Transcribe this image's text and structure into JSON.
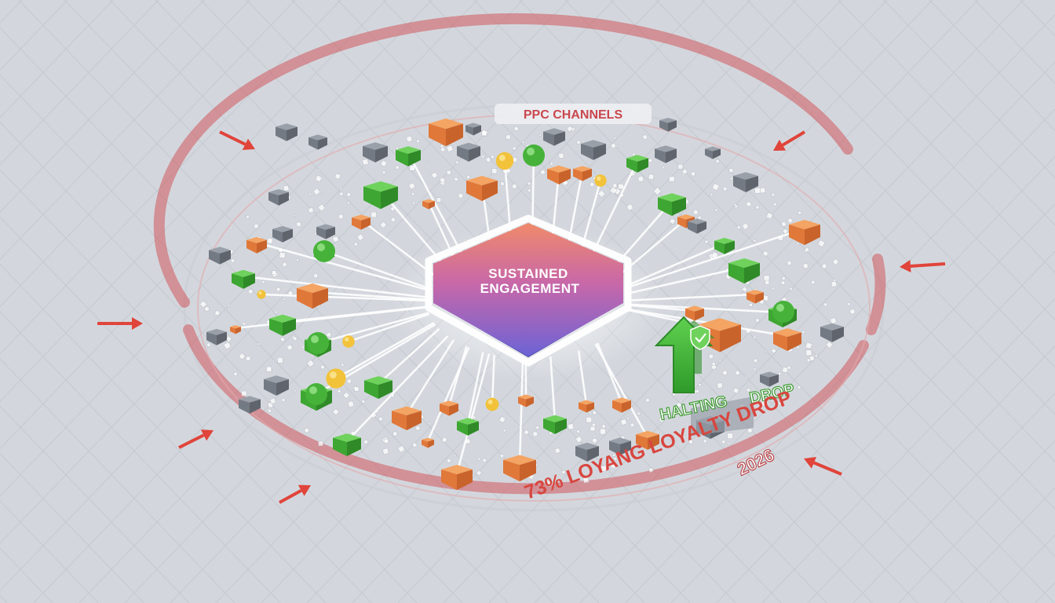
{
  "hub": {
    "line1": "SUSTAINED",
    "line2": "ENGAGEMENT"
  },
  "ring": {
    "label": "PPC CHANNELS"
  },
  "badge": {
    "line1": "HALTING",
    "line2": "DROP",
    "icon": "shield-check-icon"
  },
  "stat": {
    "text": "73% LOYANG LOYALTY DROP",
    "year": "2026"
  },
  "colors": {
    "background": "#d3d7dd",
    "ring": "#d0575c",
    "arrow": "#e0443a",
    "orange": "#ee8a46",
    "green": "#4cba3e",
    "yellow": "#f2c23a",
    "gray": "#7c818b",
    "hub_top": "#f08a6a",
    "hub_bottom": "#6c63d6"
  }
}
